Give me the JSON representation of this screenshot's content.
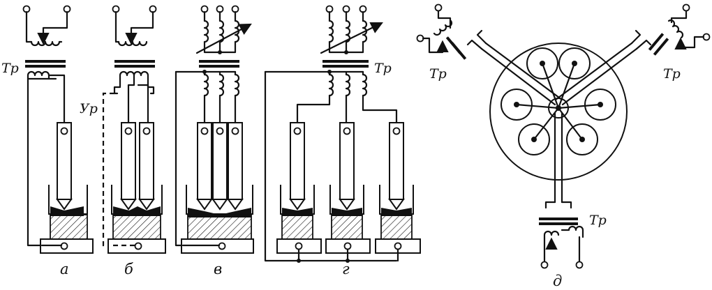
{
  "figure": {
    "panels": [
      {
        "id": "a",
        "caption": "а",
        "labels": [
          "Тр"
        ]
      },
      {
        "id": "b",
        "caption": "б",
        "labels": [
          "Ур"
        ]
      },
      {
        "id": "v",
        "caption": "в",
        "labels": []
      },
      {
        "id": "g",
        "caption": "г",
        "labels": [
          "Тр"
        ]
      },
      {
        "id": "d",
        "caption": "д",
        "labels": [
          "Тр",
          "Тр",
          "Тр"
        ]
      }
    ]
  }
}
